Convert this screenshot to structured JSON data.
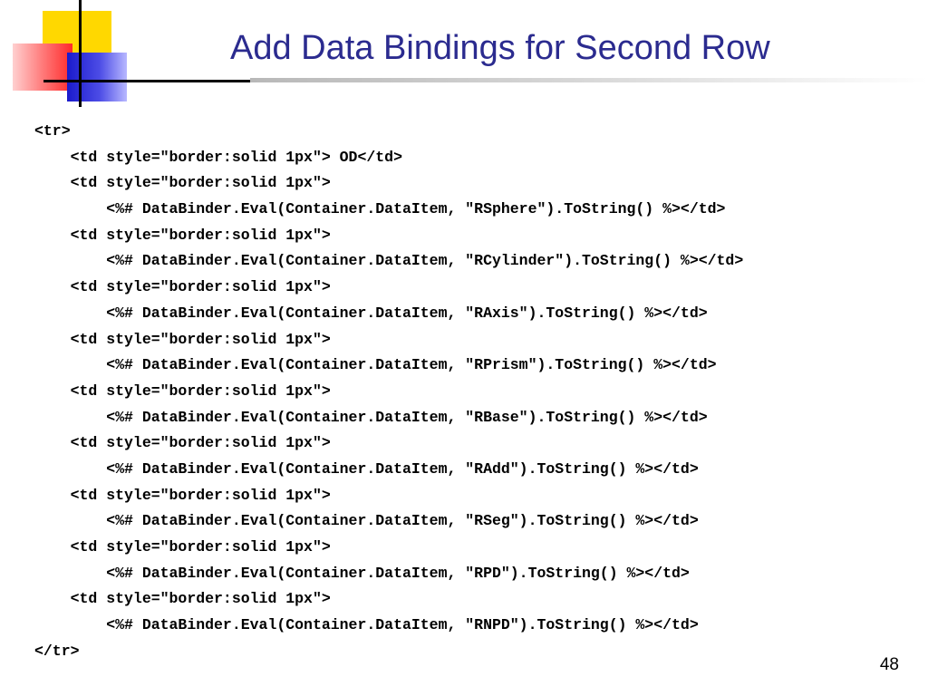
{
  "slide": {
    "title": "Add Data Bindings for Second Row",
    "page_number": "48",
    "code_lines": [
      "<tr>",
      "    <td style=\"border:solid 1px\"> OD</td>",
      "    <td style=\"border:solid 1px\">",
      "        <%# DataBinder.Eval(Container.DataItem, \"RSphere\").ToString() %></td>",
      "    <td style=\"border:solid 1px\">",
      "        <%# DataBinder.Eval(Container.DataItem, \"RCylinder\").ToString() %></td>",
      "    <td style=\"border:solid 1px\">",
      "        <%# DataBinder.Eval(Container.DataItem, \"RAxis\").ToString() %></td>",
      "    <td style=\"border:solid 1px\">",
      "        <%# DataBinder.Eval(Container.DataItem, \"RPrism\").ToString() %></td>",
      "    <td style=\"border:solid 1px\">",
      "        <%# DataBinder.Eval(Container.DataItem, \"RBase\").ToString() %></td>",
      "    <td style=\"border:solid 1px\">",
      "        <%# DataBinder.Eval(Container.DataItem, \"RAdd\").ToString() %></td>",
      "    <td style=\"border:solid 1px\">",
      "        <%# DataBinder.Eval(Container.DataItem, \"RSeg\").ToString() %></td>",
      "    <td style=\"border:solid 1px\">",
      "        <%# DataBinder.Eval(Container.DataItem, \"RPD\").ToString() %></td>",
      "    <td style=\"border:solid 1px\">",
      "        <%# DataBinder.Eval(Container.DataItem, \"RNPD\").ToString() %></td>",
      "</tr>"
    ]
  },
  "theme": {
    "title_color": "#2b2b8f",
    "logo_yellow": "#ffd800",
    "logo_red": "#ff2a2a",
    "logo_blue": "#1a1acc"
  }
}
